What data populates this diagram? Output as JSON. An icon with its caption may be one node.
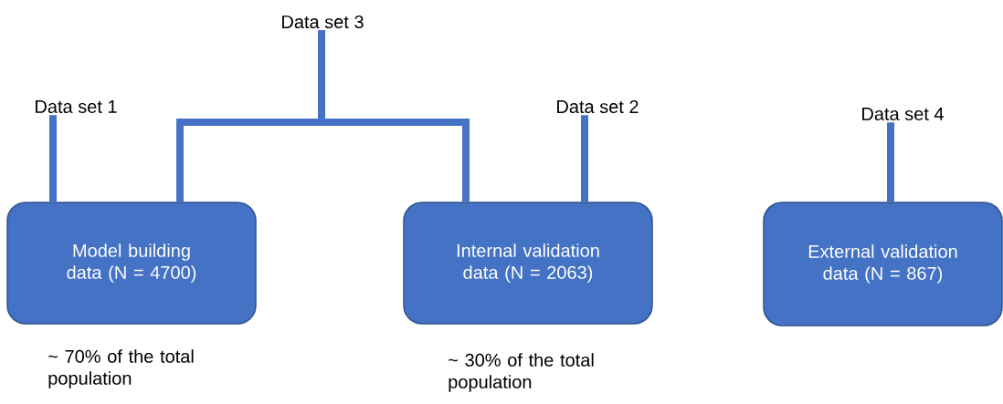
{
  "diagram": {
    "nodes": [
      {
        "text": [
          "Data set 1"
        ]
      },
      {
        "text": [
          "Data set 3"
        ]
      },
      {
        "text": [
          "Data set 2"
        ]
      },
      {
        "text": [
          "Data set 4"
        ]
      },
      {
        "text": [
          "Model building data (N = 4700)"
        ],
        "beside": [
          "~ 70% of the total population"
        ]
      },
      {
        "text": [
          "Internal validation data (N = 2063)"
        ],
        "beside": [
          "~ 30% of the total population"
        ]
      },
      {
        "text": [
          "External validation data (N = 867)"
        ]
      }
    ],
    "edges": [
      {
        "from": 0,
        "to": 4,
        "arrow": "none"
      },
      {
        "from": 1,
        "to": 4,
        "arrow": "none"
      },
      {
        "from": 1,
        "to": 5,
        "arrow": "none"
      },
      {
        "from": 2,
        "to": 5,
        "arrow": "none"
      },
      {
        "from": 3,
        "to": 6,
        "arrow": "none"
      }
    ]
  }
}
